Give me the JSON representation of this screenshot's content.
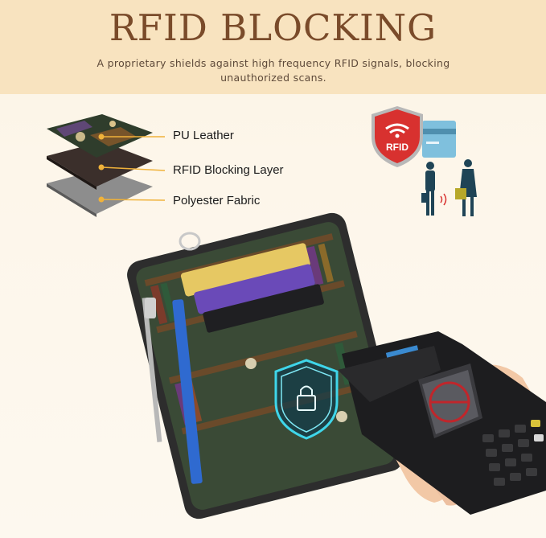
{
  "header": {
    "title": "RFID BLOCKING",
    "subtitle": "A proprietary shields against high frequency RFID signals, blocking unauthorized scans."
  },
  "layers": [
    {
      "label": "PU Leather"
    },
    {
      "label": "RFID Blocking Layer"
    },
    {
      "label": "Polyester Fabric"
    }
  ],
  "shield_badge": {
    "text": "RFID"
  },
  "colors": {
    "header_bg": "#f8e3bf",
    "title": "#7a4b2a",
    "leader_line": "#f0b23a",
    "shield_red": "#d8312f",
    "card_blue": "#6fb6d6",
    "terminal_body": "#1d1d1f",
    "no_sign_red": "#c0262b"
  }
}
